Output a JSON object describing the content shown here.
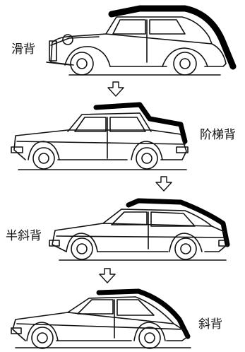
{
  "labels": {
    "smooth_back": "滑背",
    "notchback": "阶梯背",
    "semi_fastback": "半斜背",
    "fastback": "斜背"
  },
  "cars": [
    {
      "style": "smooth_back",
      "label_key": "smooth_back"
    },
    {
      "style": "notchback",
      "label_key": "notchback"
    },
    {
      "style": "semi_fastback",
      "label_key": "semi_fastback"
    },
    {
      "style": "fastback",
      "label_key": "fastback"
    }
  ],
  "arrows": {
    "count": 3,
    "direction": "down"
  },
  "colors": {
    "ink": "#111111",
    "background": "#ffffff",
    "highlight": "#000000"
  }
}
